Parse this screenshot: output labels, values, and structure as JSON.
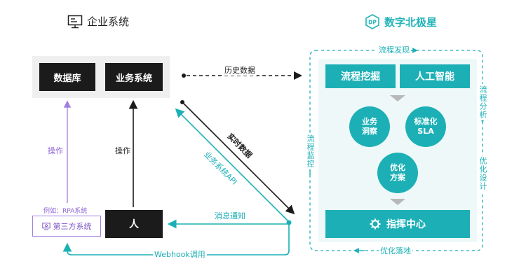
{
  "enterprise": {
    "title": "企业系统",
    "database_label": "数据库",
    "business_system_label": "业务系统",
    "person_label": "人",
    "third_party_label": "第三方系统",
    "example_label": "例如：RPA系统",
    "op_label_purple": "操作",
    "op_label_black": "操作"
  },
  "brand": {
    "logo_text": "DP",
    "name": "数字北极星"
  },
  "flows": {
    "history_data": "历史数据",
    "realtime_data": "实时数据",
    "business_api": "业务系统API",
    "message_notify": "消息通知",
    "webhook": "Webhook调用"
  },
  "platform": {
    "discover_label": "流程发现",
    "analysis_label": "流程分析",
    "design_label": "优化设计",
    "monitor_label": "流程监控",
    "landing_label": "优化落地",
    "mining_label": "流程挖掘",
    "ai_label": "人工智能",
    "insight_line1": "业务",
    "insight_line2": "洞察",
    "sla_line1": "标准化",
    "sla_line2": "SLA",
    "plan_line1": "优化",
    "plan_line2": "方案",
    "command_label": "指挥中心"
  },
  "colors": {
    "teal": "#1cb0b6",
    "black": "#1b1b1b",
    "purple": "#a27ee0",
    "light_teal_bg": "#eef8f9"
  }
}
